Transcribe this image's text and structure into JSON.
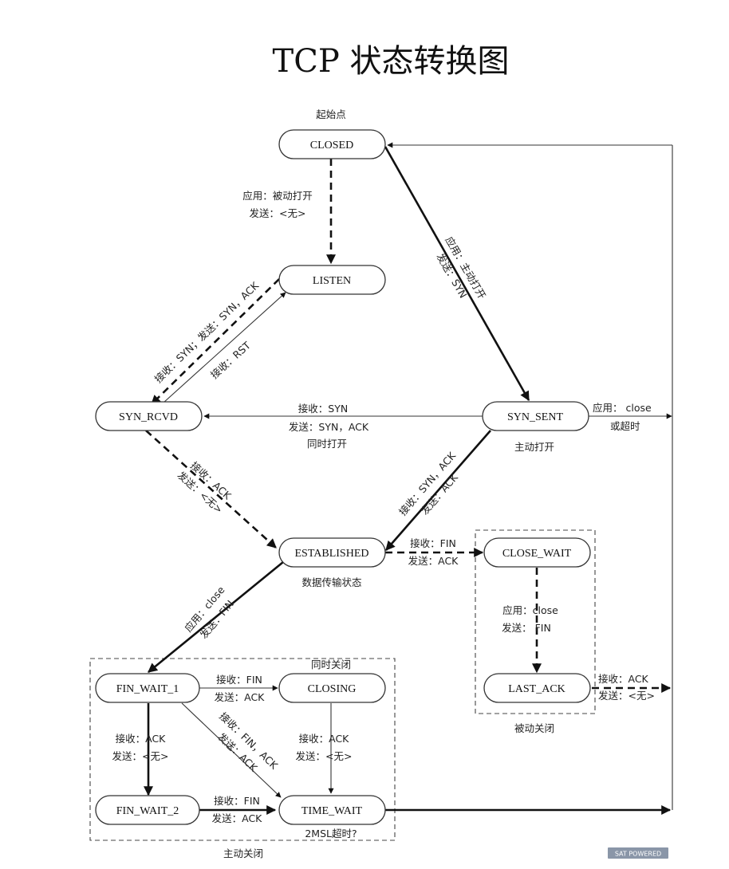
{
  "title": "TCP 状态转换图",
  "states": {
    "closed": "CLOSED",
    "listen": "LISTEN",
    "syn_rcvd": "SYN_RCVD",
    "syn_sent": "SYN_SENT",
    "established": "ESTABLISHED",
    "close_wait": "CLOSE_WAIT",
    "last_ack": "LAST_ACK",
    "fin_wait_1": "FIN_WAIT_1",
    "closing": "CLOSING",
    "fin_wait_2": "FIN_WAIT_2",
    "time_wait": "TIME_WAIT"
  },
  "annotations": {
    "start_point": "起始点",
    "simultaneous_open": "同时打开",
    "active_open": "主动打开",
    "data_transfer": "数据传输状态",
    "simultaneous_close": "同时关闭",
    "passive_close": "被动关闭",
    "active_close": "主动关闭",
    "msl_timeout": "2MSL超时?"
  },
  "transitions": {
    "closed_listen": [
      "应用：被动打开",
      "发送：<无>"
    ],
    "closed_syn_sent": [
      "应用：主动打开",
      "发送：SYN"
    ],
    "listen_syn_rcvd": [
      "接收：SYN；发送：SYN，ACK"
    ],
    "syn_rcvd_listen": [
      "接收：RST"
    ],
    "syn_sent_syn_rcvd": [
      "接收：SYN",
      "发送：SYN，ACK"
    ],
    "syn_sent_close": [
      "应用：  close",
      "或超时"
    ],
    "syn_rcvd_established": [
      "接收：ACK",
      "发送：<无>"
    ],
    "syn_sent_established": [
      "接收：SYN，ACK",
      "发送：ACK"
    ],
    "established_close_wait": [
      "接收：FIN",
      "发送：ACK"
    ],
    "close_wait_last_ack": [
      "应用：close",
      "发送：   FIN"
    ],
    "last_ack_closed": [
      "接收：ACK",
      "发送：<无>"
    ],
    "established_fin_wait_1": [
      "应用：close",
      "发送：FIN"
    ],
    "fin_wait_1_closing": [
      "接收：FIN",
      "发送：ACK"
    ],
    "fin_wait_1_fin_wait_2": [
      "接收：ACK",
      "发送：<无>"
    ],
    "fin_wait_1_time_wait": [
      "接收：FIN，ACK",
      "发送：ACK"
    ],
    "closing_time_wait": [
      "接收：ACK",
      "发送：<无>"
    ],
    "fin_wait_2_time_wait": [
      "接收：FIN",
      "发送：ACK"
    ]
  },
  "watermark": "SAT POWERED"
}
